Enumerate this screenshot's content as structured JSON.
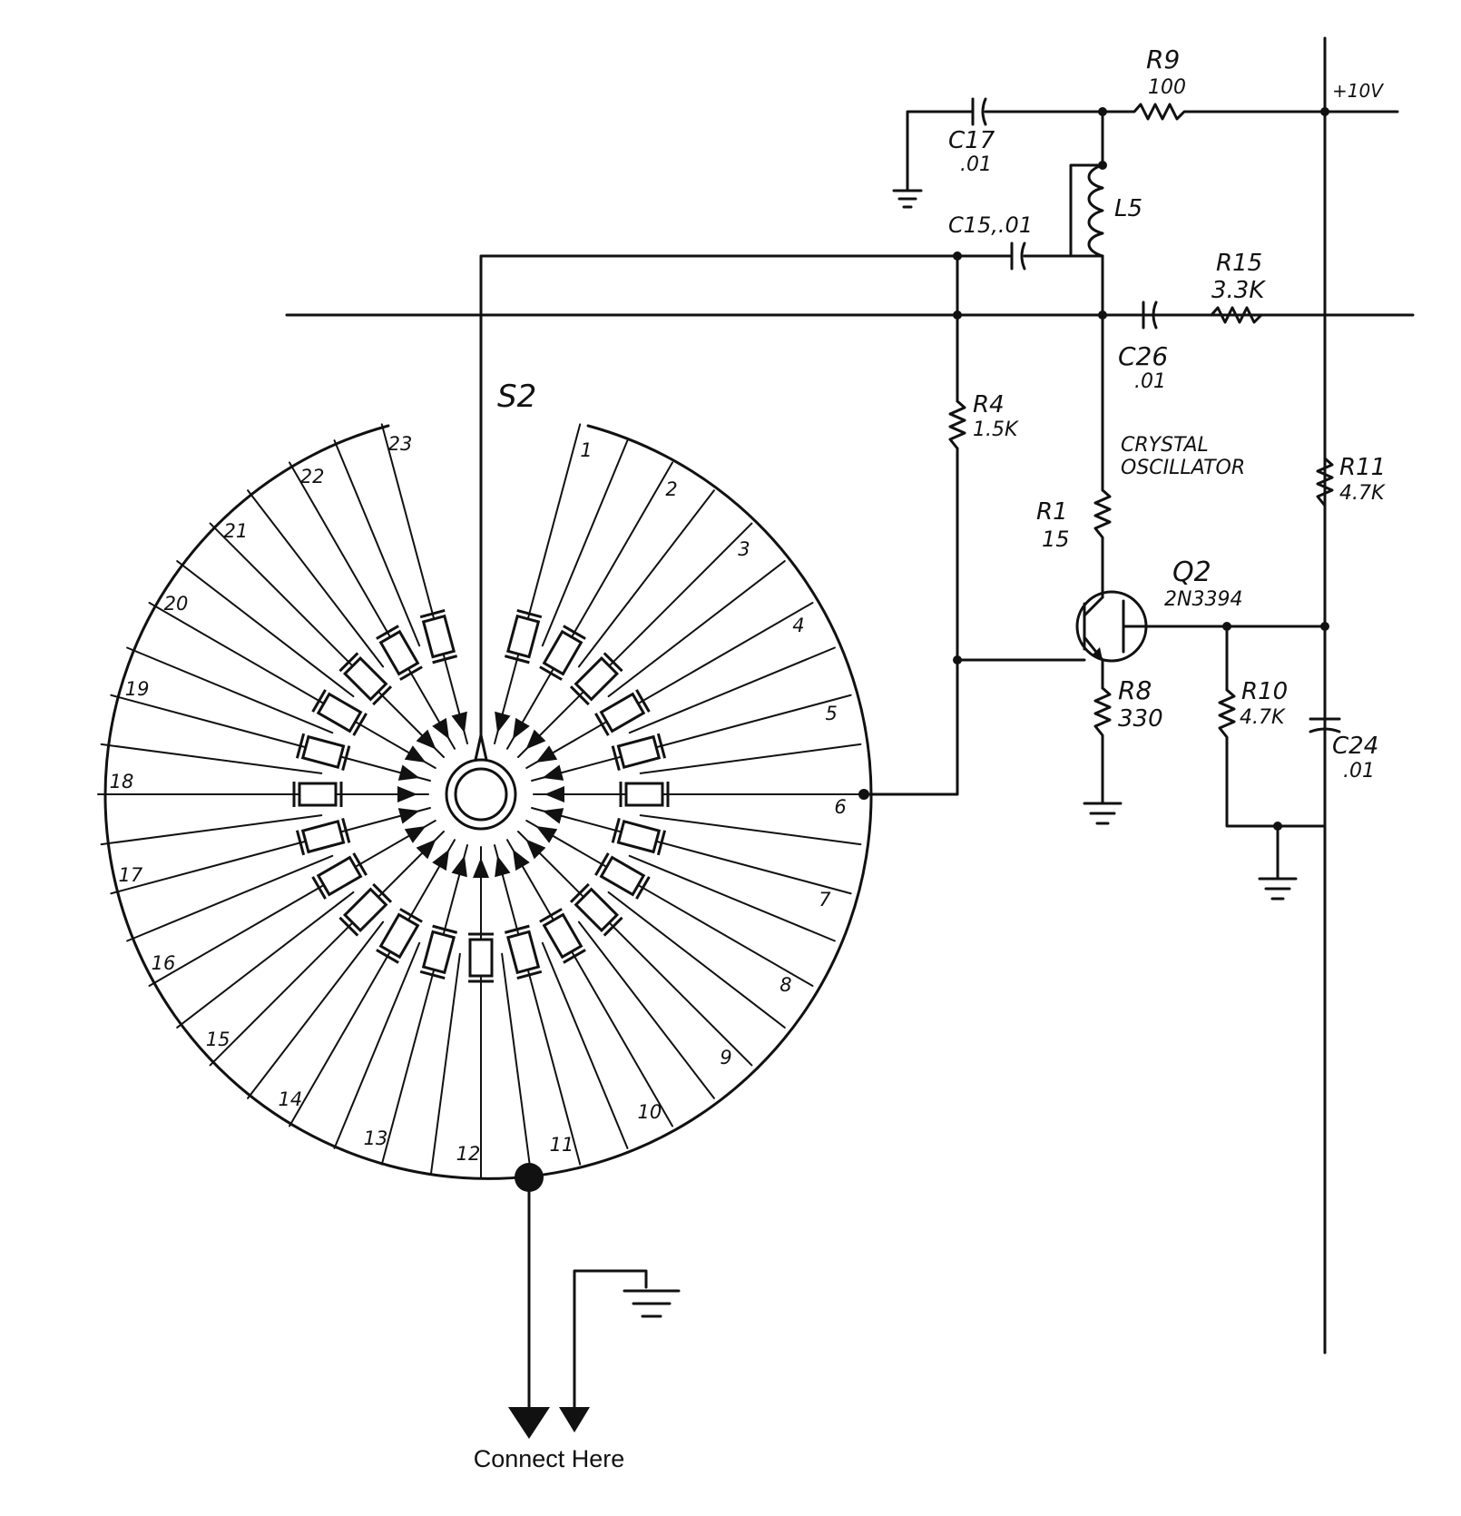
{
  "switch": {
    "label": "S2",
    "positions": [
      "1",
      "2",
      "3",
      "4",
      "5",
      "6",
      "7",
      "8",
      "9",
      "10",
      "11",
      "12",
      "13",
      "14",
      "15",
      "16",
      "17",
      "18",
      "19",
      "20",
      "21",
      "22",
      "23"
    ]
  },
  "components": {
    "c17": {
      "ref": "C17",
      "value": ".01"
    },
    "r9": {
      "ref": "R9",
      "value": "100"
    },
    "supply": {
      "value": "+10V"
    },
    "l5": {
      "ref": "L5"
    },
    "c15": {
      "ref": "C15,.01"
    },
    "r15": {
      "ref": "R15",
      "value": "3.3K"
    },
    "c26": {
      "ref": "C26",
      "value": ".01"
    },
    "r4": {
      "ref": "R4",
      "value": "1.5K"
    },
    "r11": {
      "ref": "R11",
      "value": "4.7K"
    },
    "r1": {
      "ref": "R1",
      "value": "15"
    },
    "q2": {
      "ref": "Q2",
      "value": "2N3394"
    },
    "r8": {
      "ref": "R8",
      "value": "330"
    },
    "r10": {
      "ref": "R10",
      "value": "4.7K"
    },
    "c24": {
      "ref": "C24",
      "value": ".01"
    }
  },
  "annotation": {
    "line1": "CRYSTAL",
    "line2": "OSCILLATOR"
  },
  "caption": "Connect Here"
}
